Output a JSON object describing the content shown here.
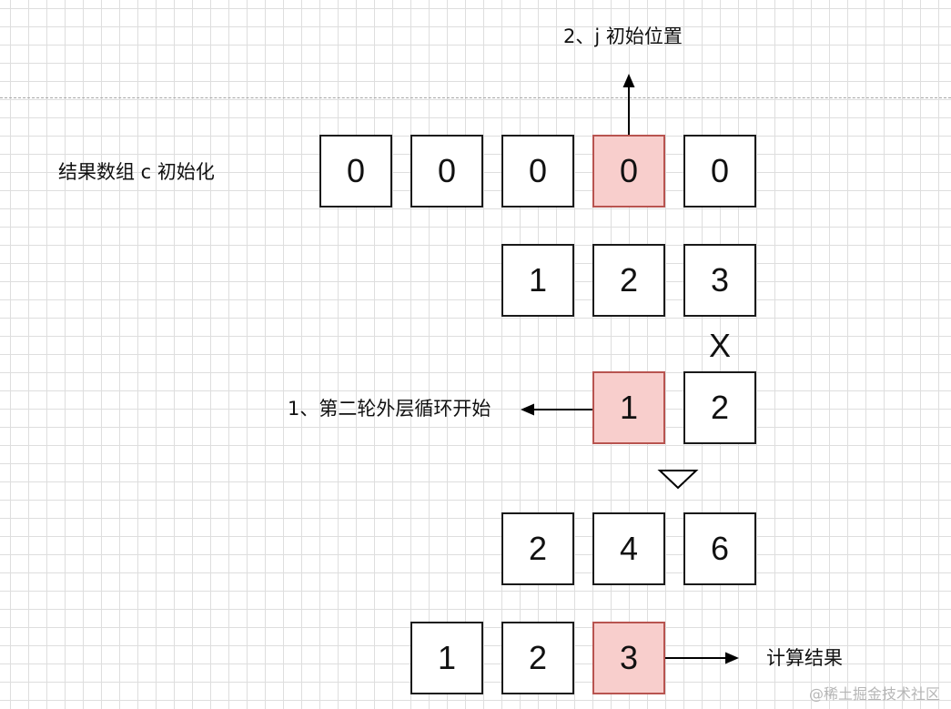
{
  "labels": {
    "j_initial": "2、j 初始位置",
    "init_c": "结果数组 c 初始化",
    "outer_loop": "1、第二轮外层循环开始",
    "result": "计算结果",
    "multiply": "X"
  },
  "rows": {
    "result_c": [
      "0",
      "0",
      "0",
      "0",
      "0"
    ],
    "multiplicand": [
      "1",
      "2",
      "3"
    ],
    "multiplier": [
      "1",
      "2"
    ],
    "partial": [
      "2",
      "4",
      "6"
    ],
    "computed": [
      "1",
      "2",
      "3"
    ]
  },
  "highlight": {
    "result_c_index": 3,
    "multiplier_index": 0,
    "computed_index": 2
  },
  "colors": {
    "highlight_fill": "#f8cecc",
    "highlight_border": "#b85450",
    "cell_border": "#1a1a1a",
    "grid": "#dedede"
  },
  "watermark": "@稀土掘金技术社区"
}
